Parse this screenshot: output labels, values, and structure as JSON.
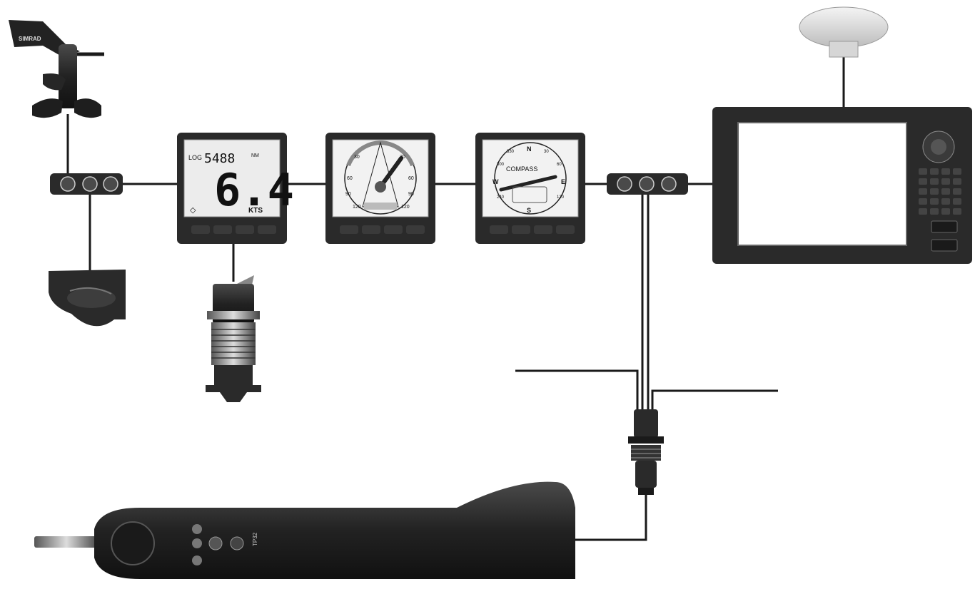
{
  "wind_sensor": {
    "brand": "SIMRAD"
  },
  "speed_display": {
    "top_label": "LOG",
    "top_value": "5488",
    "top_unit": "NM",
    "main_value": "6.4",
    "unit": "KTS"
  },
  "wind_display": {
    "scale": [
      "30",
      "60",
      "90",
      "120"
    ],
    "scale_right": [
      "30",
      "60",
      "90",
      "120"
    ]
  },
  "compass_display": {
    "title": "COMPASS",
    "n": "N",
    "e": "E",
    "s": "S",
    "w": "W",
    "deg_330": "330",
    "deg_30": "30",
    "deg_300": "300",
    "deg_60": "60",
    "deg_240": "240",
    "deg_120": "120"
  },
  "autopilot_remote": {
    "model": "TP32"
  },
  "colors": {
    "line": "#1a1a1a",
    "device": "#2a2a2a",
    "screen": "#ffffff"
  }
}
